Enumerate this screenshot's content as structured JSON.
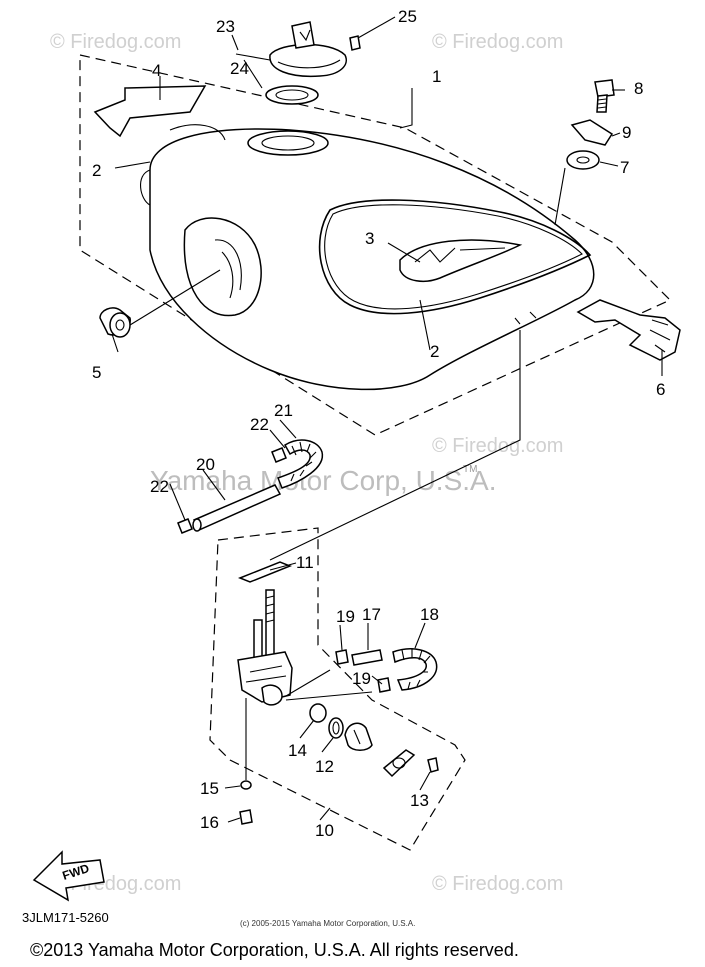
{
  "watermarks": {
    "site": "© Firedog.com",
    "company": "Yamaha Motor Corp, U.S.A.",
    "tm": "TM"
  },
  "part_number": "3JLM171-5260",
  "fwd_label": "FWD",
  "small_copyright": "(c) 2005-2015 Yamaha Motor Corporation, U.S.A.",
  "footer_copyright": "©2013 Yamaha Motor Corporation, U.S.A. All rights reserved.",
  "callouts": {
    "c1": "1",
    "c2a": "2",
    "c2b": "2",
    "c3": "3",
    "c4": "4",
    "c5": "5",
    "c6": "6",
    "c7": "7",
    "c8": "8",
    "c9": "9",
    "c10": "10",
    "c11": "11",
    "c12": "12",
    "c13": "13",
    "c14": "14",
    "c15": "15",
    "c16": "16",
    "c17": "17",
    "c18": "18",
    "c19a": "19",
    "c19b": "19",
    "c20": "20",
    "c21": "21",
    "c22a": "22",
    "c22b": "22",
    "c23": "23",
    "c24": "24",
    "c25": "25"
  }
}
